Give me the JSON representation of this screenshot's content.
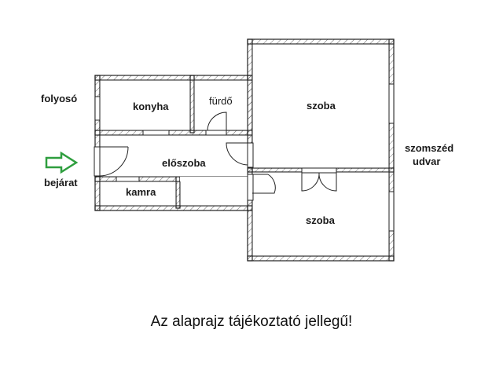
{
  "plan": {
    "rooms": [
      {
        "id": "konyha",
        "label": "konyha"
      },
      {
        "id": "furdo",
        "label": "fürdő"
      },
      {
        "id": "eloszoba",
        "label": "előszoba"
      },
      {
        "id": "kamra",
        "label": "kamra"
      },
      {
        "id": "szoba1",
        "label": "szoba"
      },
      {
        "id": "szoba2",
        "label": "szoba"
      }
    ],
    "outside": {
      "corridor": "folyosó",
      "entrance": "bejárat",
      "neighbor_yard_line1": "szomszéd",
      "neighbor_yard_line2": "udvar"
    },
    "entrance_arrow": {
      "icon": "arrow-right-outline-icon",
      "color": "#2e9e3e"
    },
    "wall_color": "#222222",
    "hatch_color": "#555555"
  },
  "caption": "Az alaprajz tájékoztató jellegű!"
}
